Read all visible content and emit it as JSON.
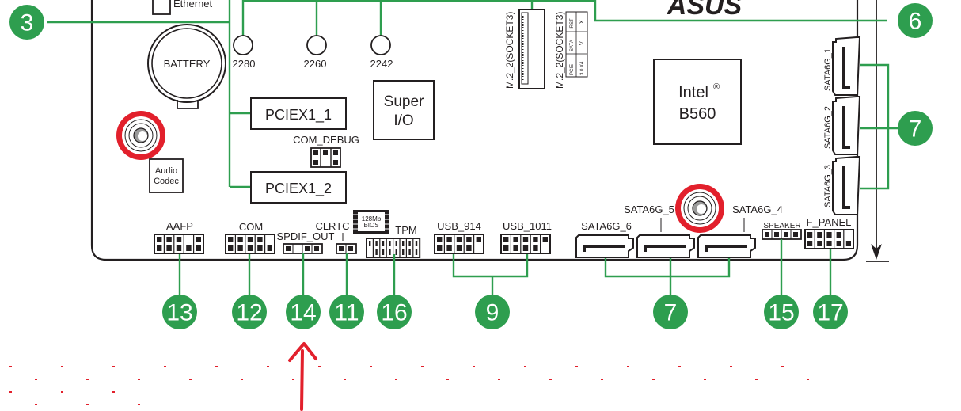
{
  "diagram": {
    "title": "ASUS B560 motherboard layout (partial)",
    "brand_logo": "ASUS",
    "colors": {
      "callout_green": "#2e9e4f",
      "highlight_red": "#e2202c",
      "annotation_red": "#e2202c",
      "line_dark": "#231f20"
    },
    "top_labels": {
      "ethernet": "Ethernet",
      "battery": "BATTERY",
      "audio_codec_line1": "Audio",
      "audio_codec_line2": "Codec",
      "m2_length_1": "2280",
      "m2_length_2": "2260",
      "m2_length_3": "2242",
      "super_io_line1": "Super",
      "super_io_line2": "I/O",
      "pciex1_1": "PCIEX1_1",
      "pciex1_2": "PCIEX1_2",
      "com_debug": "COM_DEBUG",
      "m2_socket_a": "M.2_2(SOCKET3)",
      "m2_socket_b": "M.2_2(SOCKET3)",
      "m2_table": {
        "col1_top": "PCIE",
        "col1_bottom": "3.0 X4",
        "col2_top": "SATA",
        "col2_bottom": "V",
        "col3_top": "IRST",
        "col3_bottom": "X"
      },
      "chipset_line1": "Intel",
      "chipset_reg": "®",
      "chipset_line2": "B560",
      "sata_1": "SATA6G_1",
      "sata_2": "SATA6G_2",
      "sata_3": "SATA6G_3"
    },
    "bottom_labels": {
      "aafp": "AAFP",
      "com": "COM",
      "spdif_out": "SPDIF_OUT",
      "clrtc": "CLRTC",
      "bios_line1": "128Mb",
      "bios_line2": "BIOS",
      "tpm": "TPM",
      "usb_914": "USB_914",
      "usb_1011": "USB_1011",
      "sata_6": "SATA6G_6",
      "sata_5": "SATA6G_5",
      "sata_4": "SATA6G_4",
      "speaker": "SPEAKER",
      "f_panel": "F_PANEL"
    },
    "callouts": [
      {
        "id": "3",
        "label": "3"
      },
      {
        "id": "6",
        "label": "6"
      },
      {
        "id": "7-right",
        "label": "7"
      },
      {
        "id": "13",
        "label": "13"
      },
      {
        "id": "12",
        "label": "12"
      },
      {
        "id": "14",
        "label": "14"
      },
      {
        "id": "11",
        "label": "11"
      },
      {
        "id": "16",
        "label": "16"
      },
      {
        "id": "9",
        "label": "9"
      },
      {
        "id": "7-bottom",
        "label": "7"
      },
      {
        "id": "15",
        "label": "15"
      },
      {
        "id": "17",
        "label": "17"
      }
    ],
    "annotation": {
      "type": "hand-drawn arrow",
      "points_to_callout": "14"
    }
  }
}
